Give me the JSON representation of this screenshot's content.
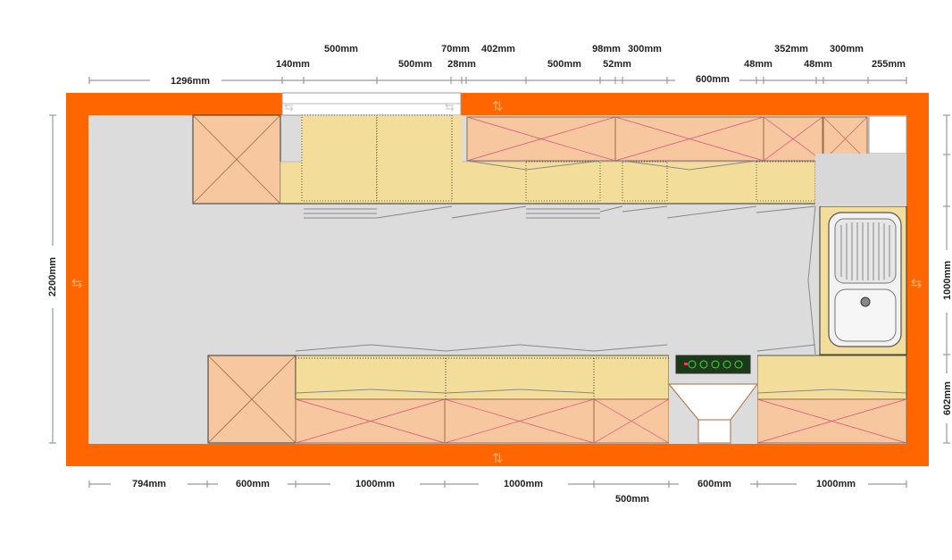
{
  "colors": {
    "wall": "#ff6600",
    "floor": "#dcdcdc",
    "base_cabinet": "#f2de9a",
    "wall_cabinet": "#f7c8a0",
    "cross_line": "#e04a78",
    "dim_line": "#888888",
    "cooktop": "#1a3a1a",
    "burner": "#44dd44",
    "sink_bowl": "#f2f2f2",
    "window_glass": "#ffffff"
  },
  "icons": [
    "door-swing-arrow-icon",
    "sink-icon",
    "cooktop-icon",
    "window-icon"
  ],
  "dimensions": {
    "top": {
      "row1": [
        "500mm",
        "70mm",
        "402mm",
        "98mm",
        "300mm",
        "352mm",
        "300mm"
      ],
      "row2": [
        "140mm",
        "500mm",
        "28mm",
        "500mm",
        "52mm",
        "48mm",
        "48mm",
        "255mm"
      ],
      "row3": [
        "1296mm",
        "600mm"
      ]
    },
    "bottom": {
      "row1": [
        "794mm",
        "600mm",
        "1000mm",
        "1000mm",
        "600mm",
        "1000mm"
      ],
      "row2": [
        "500mm"
      ]
    },
    "left": [
      "2200mm"
    ],
    "right": [
      "1000mm",
      "602mm"
    ]
  }
}
